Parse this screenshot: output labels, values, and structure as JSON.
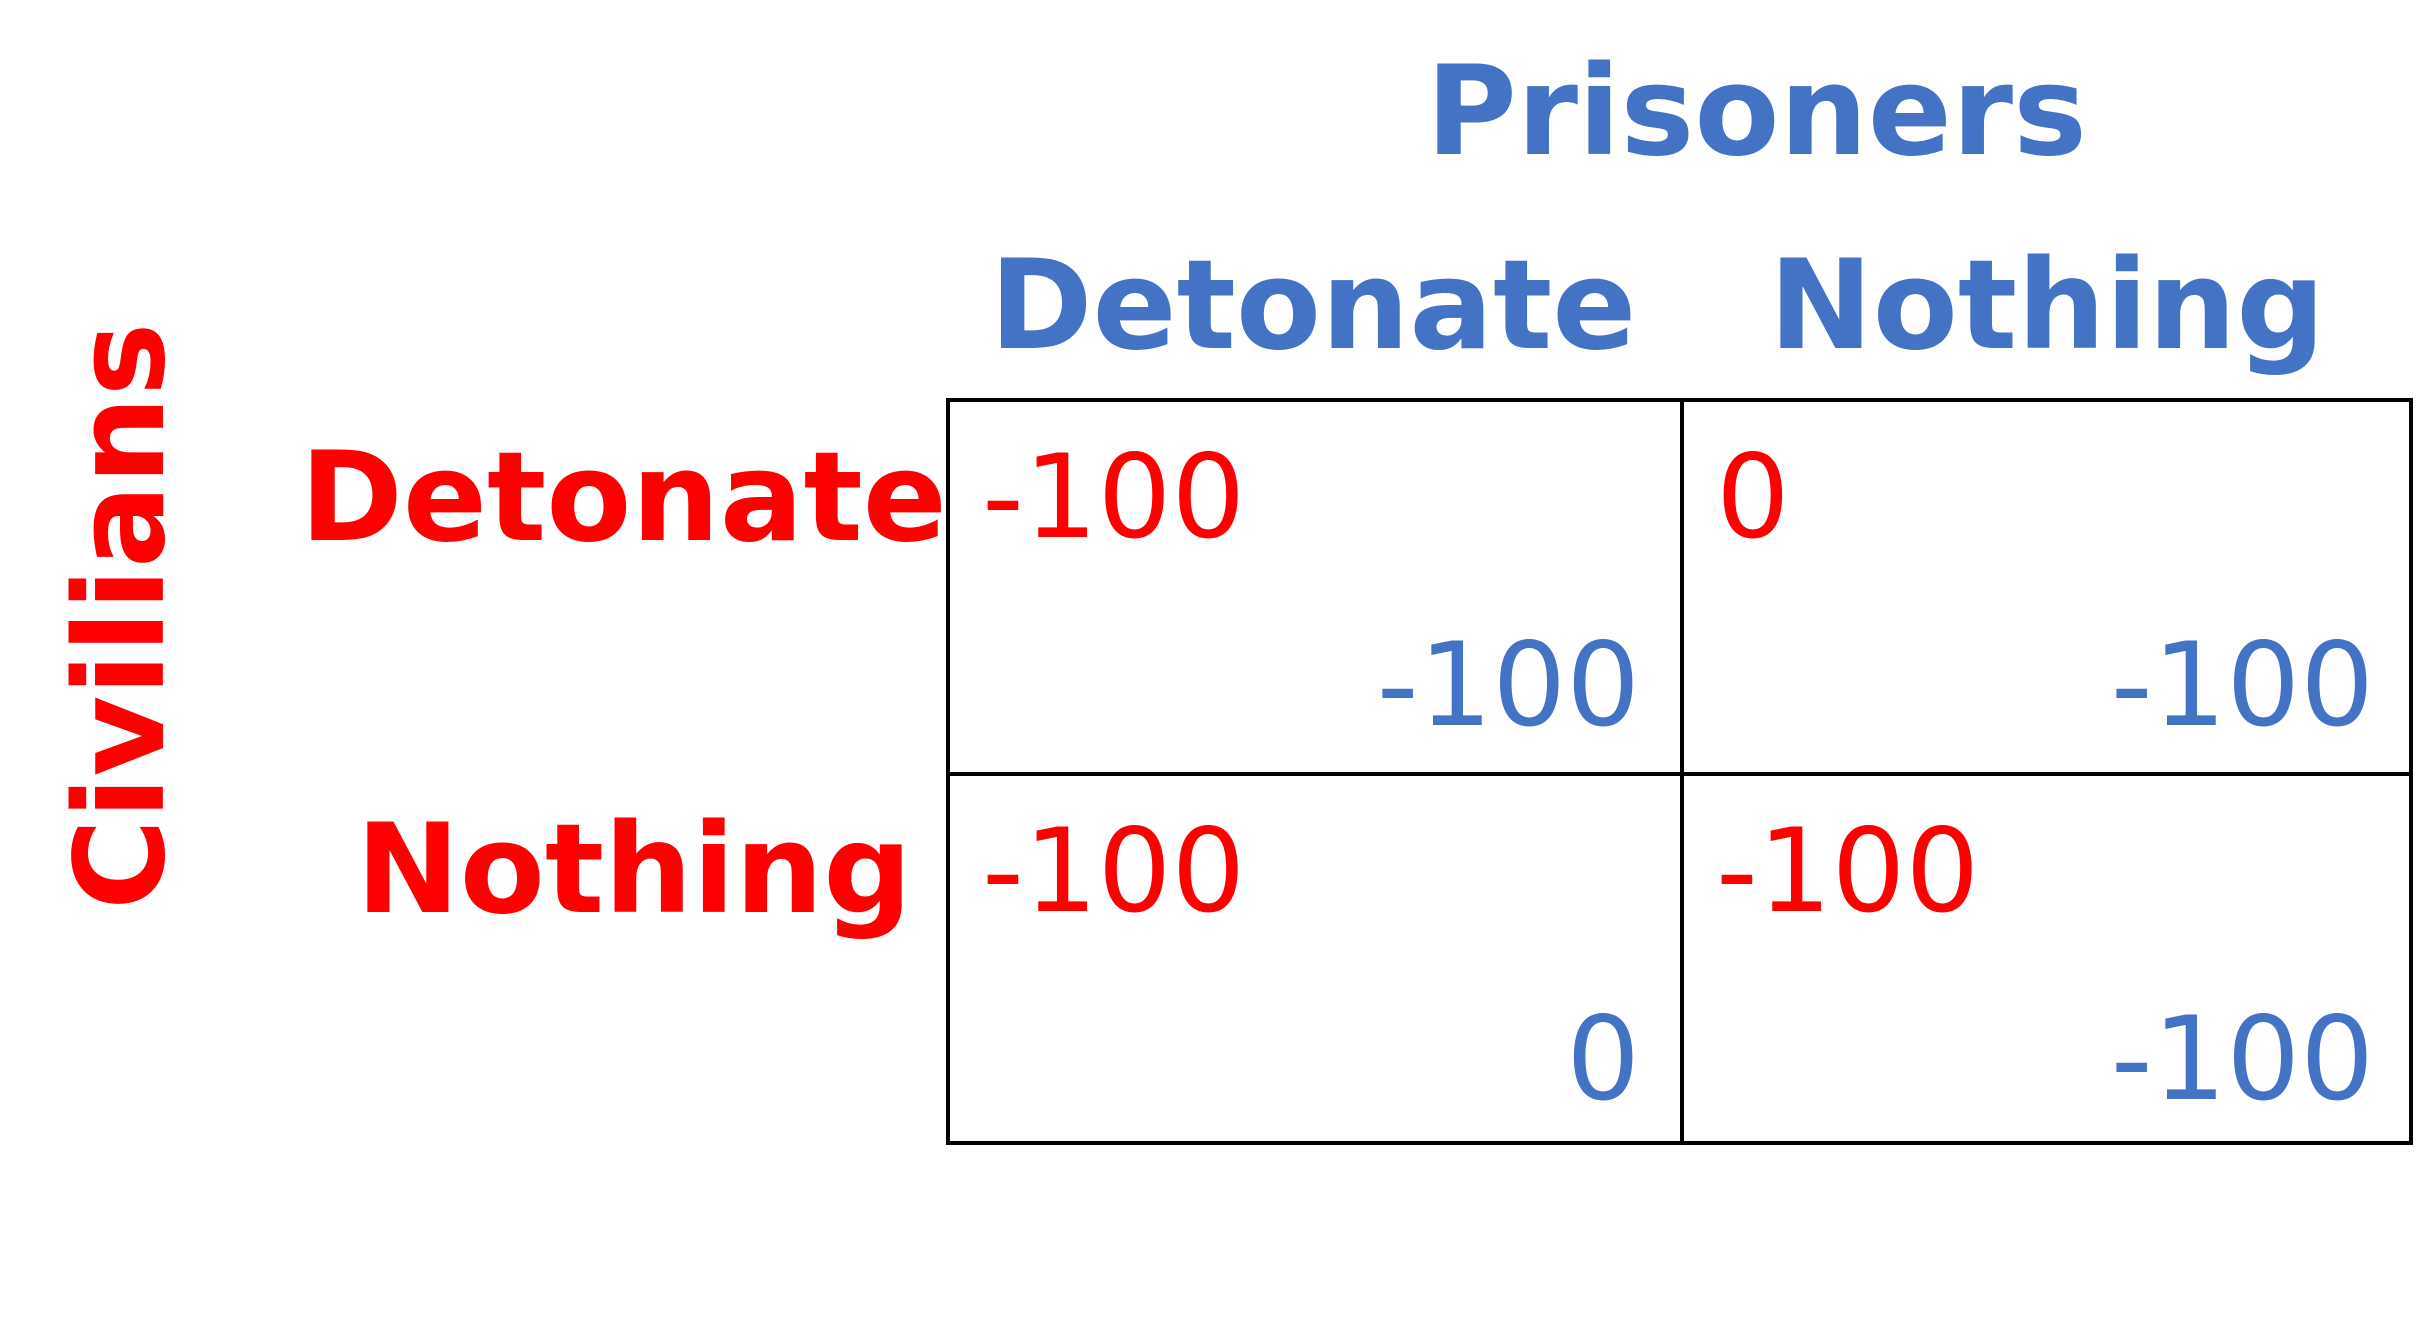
{
  "game": {
    "column_player": "Prisoners",
    "row_player": "Civilians",
    "column_strategies": [
      "Detonate",
      "Nothing"
    ],
    "row_strategies": [
      "Detonate",
      "Nothing"
    ],
    "payoffs": [
      [
        {
          "row_payoff": "-100",
          "col_payoff": "-100"
        },
        {
          "row_payoff": "0",
          "col_payoff": "-100"
        }
      ],
      [
        {
          "row_payoff": "-100",
          "col_payoff": "0"
        },
        {
          "row_payoff": "-100",
          "col_payoff": "-100"
        }
      ]
    ]
  },
  "colors": {
    "row_player": "#ff0000",
    "column_player": "#4472c4",
    "grid": "#000000"
  }
}
